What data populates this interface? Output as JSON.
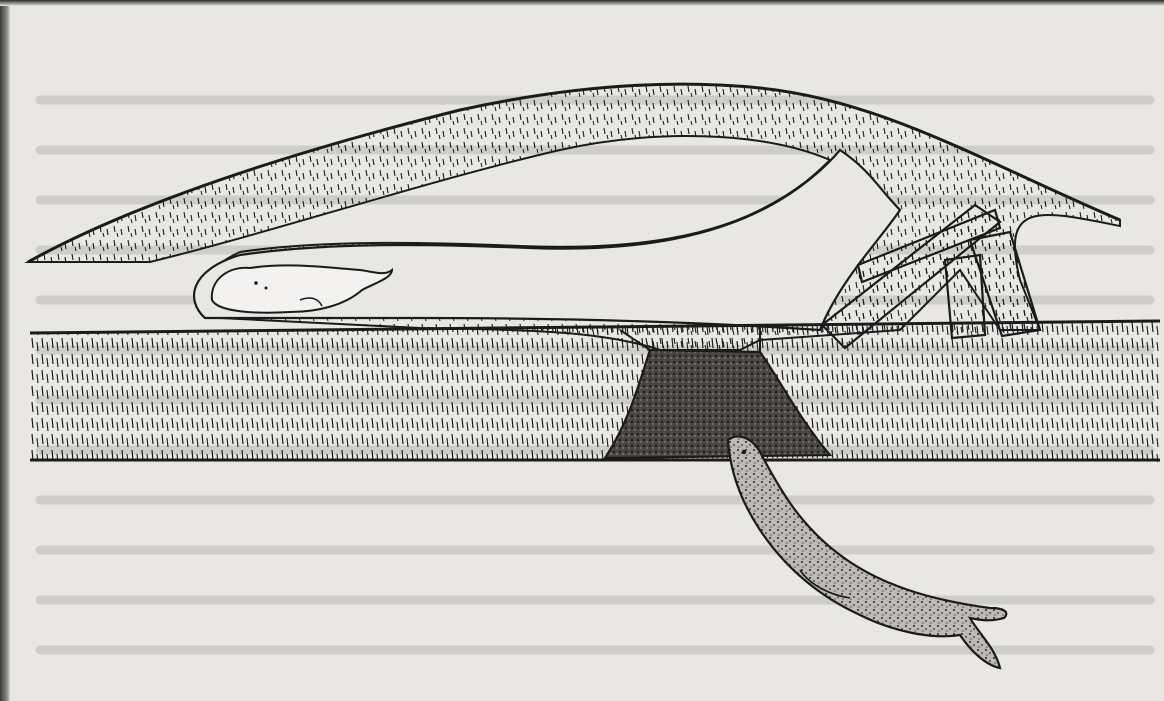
{
  "figure": {
    "subject": "seal-birth-lair-cross-section",
    "elements": [
      "snow-drift",
      "lair-cavity",
      "seal-pup",
      "sea-ice",
      "breathing-hole",
      "adult-seal",
      "water",
      "snow-blocks"
    ]
  },
  "colors": {
    "paper": "#e9e7e4",
    "ink": "#1b1b1b",
    "faint_text": "#c9c7c4",
    "hole_fill": "#3c3a38"
  }
}
